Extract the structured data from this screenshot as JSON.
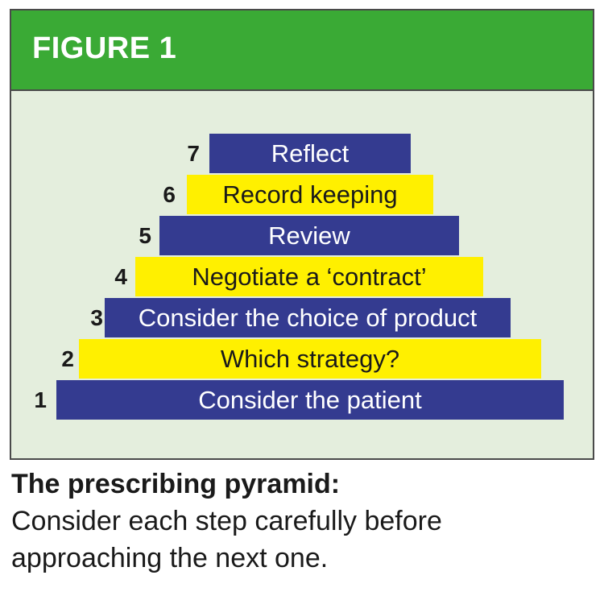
{
  "figure": {
    "title": "FIGURE 1"
  },
  "steps": [
    {
      "number": "1",
      "label": "Consider the patient",
      "color": "#343b90"
    },
    {
      "number": "2",
      "label": "Which strategy?",
      "color": "#fff000"
    },
    {
      "number": "3",
      "label": "Consider the choice of product",
      "color": "#343b90"
    },
    {
      "number": "4",
      "label": "Negotiate a ‘contract’",
      "color": "#fff000"
    },
    {
      "number": "5",
      "label": "Review",
      "color": "#343b90"
    },
    {
      "number": "6",
      "label": "Record keeping",
      "color": "#fff000"
    },
    {
      "number": "7",
      "label": "Reflect",
      "color": "#343b90"
    }
  ],
  "caption": {
    "title": "The prescribing pyramid:",
    "body": "Consider each step carefully before approaching the next one."
  },
  "colors": {
    "header_green": "#3aaa35",
    "panel_background": "#e4eedd",
    "bar_blue": "#343b90",
    "bar_yellow": "#fff000"
  }
}
